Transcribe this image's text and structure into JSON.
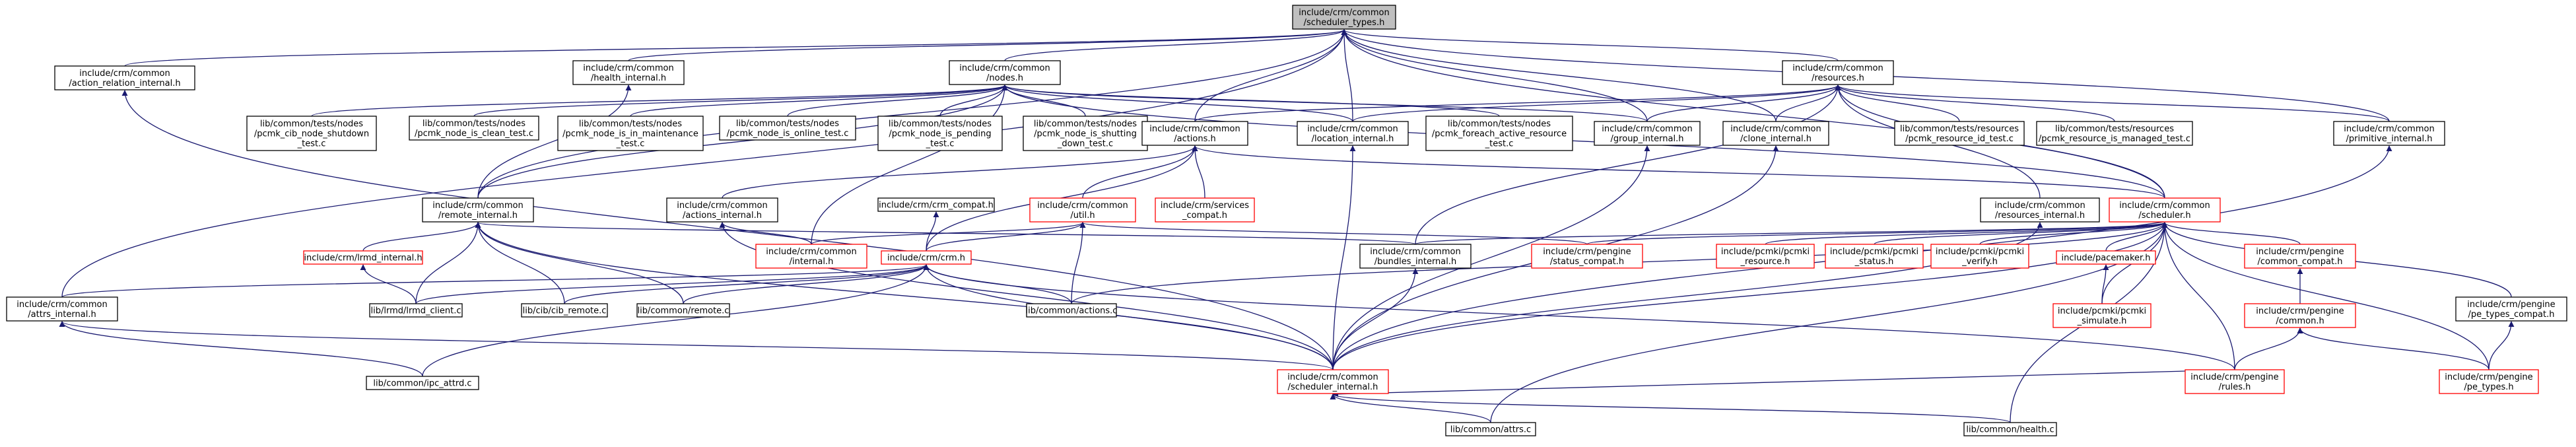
{
  "colors": {
    "edge": "#191970",
    "node_border": "#000000",
    "node_border_incomplete": "#ff0000",
    "root_fill": "#bfbfbf",
    "background": "#ffffff"
  },
  "nodes": [
    {
      "id": "sched_types",
      "lines": [
        "include/crm/common",
        "/scheduler_types.h"
      ],
      "root": true
    },
    {
      "id": "action_relation",
      "lines": [
        "include/crm/common",
        "/action_relation_internal.h"
      ]
    },
    {
      "id": "health",
      "lines": [
        "include/crm/common",
        "/health_internal.h"
      ]
    },
    {
      "id": "nodes",
      "lines": [
        "include/crm/common",
        "/nodes.h"
      ]
    },
    {
      "id": "resources",
      "lines": [
        "include/crm/common",
        "/resources.h"
      ]
    },
    {
      "id": "t_shutdown",
      "lines": [
        "lib/common/tests/nodes",
        "/pcmk_cib_node_shutdown",
        "_test.c"
      ]
    },
    {
      "id": "t_clean",
      "lines": [
        "lib/common/tests/nodes",
        "/pcmk_node_is_clean_test.c"
      ]
    },
    {
      "id": "t_maint",
      "lines": [
        "lib/common/tests/nodes",
        "/pcmk_node_is_in_maintenance",
        "_test.c"
      ]
    },
    {
      "id": "t_online",
      "lines": [
        "lib/common/tests/nodes",
        "/pcmk_node_is_online_test.c"
      ]
    },
    {
      "id": "t_pending",
      "lines": [
        "lib/common/tests/nodes",
        "/pcmk_node_is_pending",
        "_test.c"
      ]
    },
    {
      "id": "t_shutting",
      "lines": [
        "lib/common/tests/nodes",
        "/pcmk_node_is_shutting",
        "_down_test.c"
      ]
    },
    {
      "id": "actions",
      "lines": [
        "include/crm/common",
        "/actions.h"
      ]
    },
    {
      "id": "location",
      "lines": [
        "include/crm/common",
        "/location_internal.h"
      ]
    },
    {
      "id": "t_foreach",
      "lines": [
        "lib/common/tests/nodes",
        "/pcmk_foreach_active_resource",
        "_test.c"
      ]
    },
    {
      "id": "group",
      "lines": [
        "include/crm/common",
        "/group_internal.h"
      ]
    },
    {
      "id": "clone",
      "lines": [
        "include/crm/common",
        "/clone_internal.h"
      ]
    },
    {
      "id": "t_res_id",
      "lines": [
        "lib/common/tests/resources",
        "/pcmk_resource_id_test.c"
      ]
    },
    {
      "id": "t_res_managed",
      "lines": [
        "lib/common/tests/resources",
        "/pcmk_resource_is_managed_test.c"
      ]
    },
    {
      "id": "primitive",
      "lines": [
        "include/crm/common",
        "/primitive_internal.h"
      ]
    },
    {
      "id": "remote_internal",
      "lines": [
        "include/crm/common",
        "/remote_internal.h"
      ]
    },
    {
      "id": "actions_internal",
      "lines": [
        "include/crm/common",
        "/actions_internal.h"
      ]
    },
    {
      "id": "crm_compat",
      "lines": [
        "include/crm/crm_compat.h"
      ]
    },
    {
      "id": "util",
      "lines": [
        "include/crm/common",
        "/util.h"
      ],
      "incomplete": true
    },
    {
      "id": "svc_compat",
      "lines": [
        "include/crm/services",
        "_compat.h"
      ],
      "incomplete": true
    },
    {
      "id": "res_internal",
      "lines": [
        "include/crm/common",
        "/resources_internal.h"
      ]
    },
    {
      "id": "scheduler",
      "lines": [
        "include/crm/common",
        "/scheduler.h"
      ],
      "incomplete": true
    },
    {
      "id": "lrmd_internal",
      "lines": [
        "include/crm/lrmd_internal.h"
      ],
      "incomplete": true
    },
    {
      "id": "common_internal",
      "lines": [
        "include/crm/common",
        "/internal.h"
      ],
      "incomplete": true
    },
    {
      "id": "crm_h",
      "lines": [
        "include/crm/crm.h"
      ],
      "incomplete": true
    },
    {
      "id": "bundles",
      "lines": [
        "include/crm/common",
        "/bundles_internal.h"
      ]
    },
    {
      "id": "status_compat",
      "lines": [
        "include/crm/pengine",
        "/status_compat.h"
      ],
      "incomplete": true
    },
    {
      "id": "pcmki_resource",
      "lines": [
        "include/pcmki/pcmki",
        "_resource.h"
      ],
      "incomplete": true
    },
    {
      "id": "pcmki_status",
      "lines": [
        "include/pcmki/pcmki",
        "_status.h"
      ],
      "incomplete": true
    },
    {
      "id": "pcmki_verify",
      "lines": [
        "include/pcmki/pcmki",
        "_verify.h"
      ],
      "incomplete": true
    },
    {
      "id": "pacemaker",
      "lines": [
        "include/pacemaker.h"
      ],
      "incomplete": true
    },
    {
      "id": "pengine_common_compat",
      "lines": [
        "include/crm/pengine",
        "/common_compat.h"
      ],
      "incomplete": true
    },
    {
      "id": "pe_types_compat",
      "lines": [
        "include/crm/pengine",
        "/pe_types_compat.h"
      ]
    },
    {
      "id": "attrs_internal",
      "lines": [
        "include/crm/common",
        "/attrs_internal.h"
      ]
    },
    {
      "id": "lrmd_client",
      "lines": [
        "lib/lrmd/lrmd_client.c"
      ]
    },
    {
      "id": "cib_remote",
      "lines": [
        "lib/cib/cib_remote.c"
      ]
    },
    {
      "id": "remote_c",
      "lines": [
        "lib/common/remote.c"
      ]
    },
    {
      "id": "actions_c",
      "lines": [
        "lib/common/actions.c"
      ]
    },
    {
      "id": "pcmki_simulate",
      "lines": [
        "include/pcmki/pcmki",
        "_simulate.h"
      ],
      "incomplete": true
    },
    {
      "id": "pengine_common",
      "lines": [
        "include/crm/pengine",
        "/common.h"
      ],
      "incomplete": true
    },
    {
      "id": "ipc_attrd",
      "lines": [
        "lib/common/ipc_attrd.c"
      ]
    },
    {
      "id": "sched_internal",
      "lines": [
        "include/crm/common",
        "/scheduler_internal.h"
      ],
      "incomplete": true
    },
    {
      "id": "rules",
      "lines": [
        "include/crm/pengine",
        "/rules.h"
      ],
      "incomplete": true
    },
    {
      "id": "pe_types",
      "lines": [
        "include/crm/pengine",
        "/pe_types.h"
      ],
      "incomplete": true
    },
    {
      "id": "attrs_c",
      "lines": [
        "lib/common/attrs.c"
      ]
    },
    {
      "id": "health_c",
      "lines": [
        "lib/common/health.c"
      ]
    }
  ],
  "edges": [
    [
      "action_relation",
      "sched_types"
    ],
    [
      "health",
      "sched_types"
    ],
    [
      "nodes",
      "sched_types"
    ],
    [
      "resources",
      "sched_types"
    ],
    [
      "actions",
      "sched_types"
    ],
    [
      "location",
      "sched_types"
    ],
    [
      "group",
      "sched_types"
    ],
    [
      "clone",
      "sched_types"
    ],
    [
      "primitive",
      "sched_types"
    ],
    [
      "scheduler",
      "sched_types"
    ],
    [
      "attrs_internal",
      "sched_types"
    ],
    [
      "remote_internal",
      "sched_types"
    ],
    [
      "t_shutdown",
      "nodes"
    ],
    [
      "t_clean",
      "nodes"
    ],
    [
      "t_maint",
      "nodes"
    ],
    [
      "t_online",
      "nodes"
    ],
    [
      "t_pending",
      "nodes"
    ],
    [
      "t_shutting",
      "nodes"
    ],
    [
      "location",
      "nodes"
    ],
    [
      "t_foreach",
      "nodes"
    ],
    [
      "group",
      "nodes"
    ],
    [
      "scheduler",
      "nodes"
    ],
    [
      "remote_internal",
      "nodes"
    ],
    [
      "common_internal",
      "nodes"
    ],
    [
      "actions",
      "resources"
    ],
    [
      "location",
      "resources"
    ],
    [
      "group",
      "resources"
    ],
    [
      "clone",
      "resources"
    ],
    [
      "t_res_id",
      "resources"
    ],
    [
      "t_res_managed",
      "resources"
    ],
    [
      "primitive",
      "resources"
    ],
    [
      "res_internal",
      "resources"
    ],
    [
      "scheduler",
      "resources"
    ],
    [
      "bundles",
      "resources"
    ],
    [
      "remote_internal",
      "health"
    ],
    [
      "actions_internal",
      "actions"
    ],
    [
      "util",
      "actions"
    ],
    [
      "svc_compat",
      "actions"
    ],
    [
      "scheduler",
      "actions"
    ],
    [
      "crm_h",
      "actions"
    ],
    [
      "sched_internal",
      "action_relation"
    ],
    [
      "lrmd_internal",
      "remote_internal"
    ],
    [
      "lrmd_client",
      "remote_internal"
    ],
    [
      "cib_remote",
      "remote_internal"
    ],
    [
      "remote_c",
      "remote_internal"
    ],
    [
      "sched_internal",
      "remote_internal"
    ],
    [
      "bundles",
      "remote_internal"
    ],
    [
      "common_internal",
      "actions_internal"
    ],
    [
      "sched_internal",
      "actions_internal"
    ],
    [
      "crm_h",
      "crm_compat"
    ],
    [
      "common_internal",
      "util"
    ],
    [
      "crm_h",
      "util"
    ],
    [
      "actions_c",
      "util"
    ],
    [
      "status_compat",
      "util"
    ],
    [
      "bundles",
      "scheduler"
    ],
    [
      "status_compat",
      "scheduler"
    ],
    [
      "pcmki_resource",
      "scheduler"
    ],
    [
      "pcmki_status",
      "scheduler"
    ],
    [
      "pcmki_verify",
      "scheduler"
    ],
    [
      "pacemaker",
      "scheduler"
    ],
    [
      "pengine_common_compat",
      "scheduler"
    ],
    [
      "pe_types_compat",
      "scheduler"
    ],
    [
      "rules",
      "scheduler"
    ],
    [
      "pe_types",
      "scheduler"
    ],
    [
      "sched_internal",
      "scheduler"
    ],
    [
      "health_c",
      "scheduler"
    ],
    [
      "attrs_c",
      "scheduler"
    ],
    [
      "actions_c",
      "scheduler"
    ],
    [
      "pcmki_simulate",
      "scheduler"
    ],
    [
      "lrmd_client",
      "lrmd_internal"
    ],
    [
      "attrs_internal",
      "crm_h"
    ],
    [
      "lrmd_client",
      "crm_h"
    ],
    [
      "cib_remote",
      "crm_h"
    ],
    [
      "remote_c",
      "crm_h"
    ],
    [
      "actions_c",
      "crm_h"
    ],
    [
      "ipc_attrd",
      "crm_h"
    ],
    [
      "rules",
      "crm_h"
    ],
    [
      "sched_internal",
      "crm_h"
    ],
    [
      "sched_internal",
      "bundles"
    ],
    [
      "sched_internal",
      "location"
    ],
    [
      "sched_internal",
      "group"
    ],
    [
      "sched_internal",
      "clone"
    ],
    [
      "sched_internal",
      "primitive"
    ],
    [
      "sched_internal",
      "res_internal"
    ],
    [
      "pcmki_simulate",
      "pacemaker"
    ],
    [
      "pengine_common",
      "pengine_common_compat"
    ],
    [
      "rules",
      "pengine_common"
    ],
    [
      "pe_types",
      "pengine_common"
    ],
    [
      "pe_types",
      "pe_types_compat"
    ],
    [
      "ipc_attrd",
      "attrs_internal"
    ],
    [
      "sched_internal",
      "attrs_internal"
    ],
    [
      "attrs_c",
      "sched_internal"
    ],
    [
      "health_c",
      "sched_internal"
    ],
    [
      "rules",
      "sched_internal"
    ]
  ]
}
